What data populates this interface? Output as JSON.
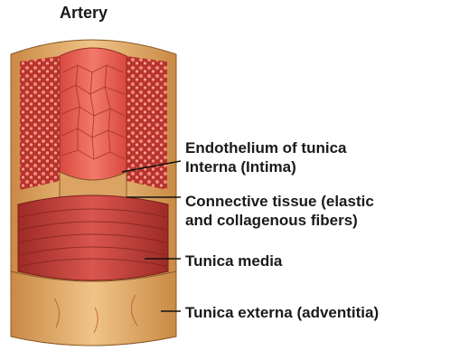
{
  "title": "Artery",
  "labels": {
    "endothelium_line1": "Endothelium of tunica",
    "endothelium_line2": "Interna (Intima)",
    "connective_line1": "Connective tissue (elastic",
    "connective_line2": "and collagenous fibers)",
    "media": "Tunica media",
    "externa": "Tunica externa (adventitia)"
  },
  "colors": {
    "intima_red": "#e0504e",
    "media_red": "#c8403a",
    "adventitia_tan": "#e3b06e",
    "connective_tan": "#d9a060",
    "leader_line": "#111111"
  }
}
